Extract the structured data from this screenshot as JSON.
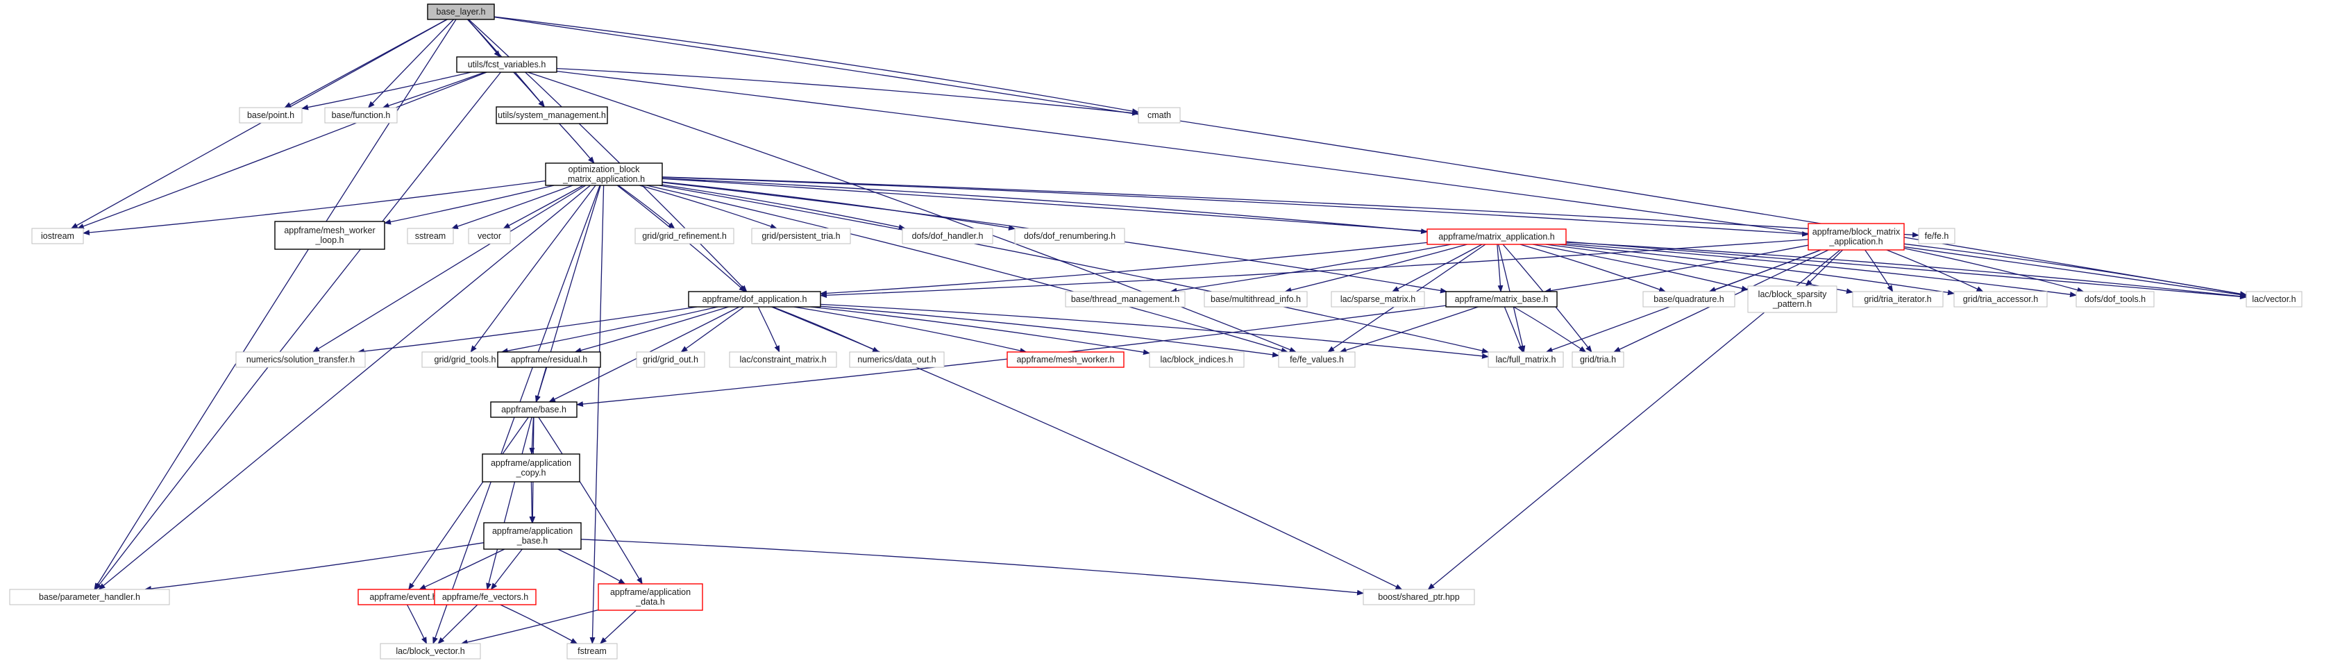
{
  "graph": {
    "title": "",
    "colors": {
      "edge": "#191970",
      "box_gray": "#bfbfbf",
      "box_black": "#000000",
      "box_red": "#ff0000",
      "root_fill": "#bfbfbf",
      "node_fill": "#ffffff"
    },
    "nodes": [
      {
        "id": "base_layer",
        "lines": [
          "base_layer.h"
        ],
        "style": "root"
      },
      {
        "id": "fcst_variables",
        "lines": [
          "utils/fcst_variables.h"
        ],
        "style": "black"
      },
      {
        "id": "system_management",
        "lines": [
          "utils/system_management.h"
        ],
        "style": "black"
      },
      {
        "id": "optimization_block",
        "lines": [
          "optimization_block",
          "_matrix_application.h"
        ],
        "style": "black"
      },
      {
        "id": "cmath",
        "lines": [
          "cmath"
        ],
        "style": "gray"
      },
      {
        "id": "point",
        "lines": [
          "base/point.h"
        ],
        "style": "gray"
      },
      {
        "id": "function",
        "lines": [
          "base/function.h"
        ],
        "style": "gray"
      },
      {
        "id": "iostream",
        "lines": [
          "iostream"
        ],
        "style": "gray"
      },
      {
        "id": "mesh_worker_loop",
        "lines": [
          "appframe/mesh_worker",
          "_loop.h"
        ],
        "style": "black"
      },
      {
        "id": "sstream",
        "lines": [
          "sstream"
        ],
        "style": "gray"
      },
      {
        "id": "vector",
        "lines": [
          "vector"
        ],
        "style": "gray"
      },
      {
        "id": "grid_refinement",
        "lines": [
          "grid/grid_refinement.h"
        ],
        "style": "gray"
      },
      {
        "id": "persistent_tria",
        "lines": [
          "grid/persistent_tria.h"
        ],
        "style": "gray"
      },
      {
        "id": "dof_handler",
        "lines": [
          "dofs/dof_handler.h"
        ],
        "style": "gray"
      },
      {
        "id": "dof_renumbering",
        "lines": [
          "dofs/dof_renumbering.h"
        ],
        "style": "gray"
      },
      {
        "id": "matrix_application",
        "lines": [
          "appframe/matrix_application.h"
        ],
        "style": "red"
      },
      {
        "id": "block_matrix_application",
        "lines": [
          "appframe/block_matrix",
          "_application.h"
        ],
        "style": "red"
      },
      {
        "id": "fe_h",
        "lines": [
          "fe/fe.h"
        ],
        "style": "gray"
      },
      {
        "id": "lac_vector",
        "lines": [
          "lac/vector.h"
        ],
        "style": "gray"
      },
      {
        "id": "dof_application",
        "lines": [
          "appframe/dof_application.h"
        ],
        "style": "black"
      },
      {
        "id": "thread_management",
        "lines": [
          "base/thread_management.h"
        ],
        "style": "gray"
      },
      {
        "id": "multithread_info",
        "lines": [
          "base/multithread_info.h"
        ],
        "style": "gray"
      },
      {
        "id": "sparse_matrix",
        "lines": [
          "lac/sparse_matrix.h"
        ],
        "style": "gray"
      },
      {
        "id": "matrix_base",
        "lines": [
          "appframe/matrix_base.h"
        ],
        "style": "black"
      },
      {
        "id": "quadrature",
        "lines": [
          "base/quadrature.h"
        ],
        "style": "gray"
      },
      {
        "id": "block_sparsity_pattern",
        "lines": [
          "lac/block_sparsity",
          "_pattern.h"
        ],
        "style": "gray"
      },
      {
        "id": "tria_iterator",
        "lines": [
          "grid/tria_iterator.h"
        ],
        "style": "gray"
      },
      {
        "id": "tria_accessor",
        "lines": [
          "grid/tria_accessor.h"
        ],
        "style": "gray"
      },
      {
        "id": "dof_tools",
        "lines": [
          "dofs/dof_tools.h"
        ],
        "style": "gray"
      },
      {
        "id": "solution_transfer",
        "lines": [
          "numerics/solution_transfer.h"
        ],
        "style": "gray"
      },
      {
        "id": "grid_tools",
        "lines": [
          "grid/grid_tools.h"
        ],
        "style": "gray"
      },
      {
        "id": "residual",
        "lines": [
          "appframe/residual.h"
        ],
        "style": "black"
      },
      {
        "id": "grid_out",
        "lines": [
          "grid/grid_out.h"
        ],
        "style": "gray"
      },
      {
        "id": "constraint_matrix",
        "lines": [
          "lac/constraint_matrix.h"
        ],
        "style": "gray"
      },
      {
        "id": "data_out",
        "lines": [
          "numerics/data_out.h"
        ],
        "style": "gray"
      },
      {
        "id": "mesh_worker",
        "lines": [
          "appframe/mesh_worker.h"
        ],
        "style": "red"
      },
      {
        "id": "block_indices",
        "lines": [
          "lac/block_indices.h"
        ],
        "style": "gray"
      },
      {
        "id": "fe_values",
        "lines": [
          "fe/fe_values.h"
        ],
        "style": "gray"
      },
      {
        "id": "full_matrix",
        "lines": [
          "lac/full_matrix.h"
        ],
        "style": "gray"
      },
      {
        "id": "grid_tria",
        "lines": [
          "grid/tria.h"
        ],
        "style": "gray"
      },
      {
        "id": "appframe_base",
        "lines": [
          "appframe/base.h"
        ],
        "style": "black"
      },
      {
        "id": "application_copy",
        "lines": [
          "appframe/application",
          "_copy.h"
        ],
        "style": "black"
      },
      {
        "id": "application_base",
        "lines": [
          "appframe/application",
          "_base.h"
        ],
        "style": "black"
      },
      {
        "id": "parameter_handler",
        "lines": [
          "base/parameter_handler.h"
        ],
        "style": "gray"
      },
      {
        "id": "event",
        "lines": [
          "appframe/event.h"
        ],
        "style": "red"
      },
      {
        "id": "fe_vectors",
        "lines": [
          "appframe/fe_vectors.h"
        ],
        "style": "red"
      },
      {
        "id": "application_data",
        "lines": [
          "appframe/application",
          "_data.h"
        ],
        "style": "red"
      },
      {
        "id": "shared_ptr",
        "lines": [
          "boost/shared_ptr.hpp"
        ],
        "style": "gray"
      },
      {
        "id": "block_vector",
        "lines": [
          "lac/block_vector.h"
        ],
        "style": "gray"
      },
      {
        "id": "fstream",
        "lines": [
          "fstream"
        ],
        "style": "gray"
      }
    ],
    "edges": [
      [
        "base_layer",
        "fcst_variables"
      ],
      [
        "base_layer",
        "system_management"
      ],
      [
        "base_layer",
        "cmath"
      ],
      [
        "base_layer",
        "point"
      ],
      [
        "base_layer",
        "function"
      ],
      [
        "base_layer",
        "iostream"
      ],
      [
        "base_layer",
        "parameter_handler"
      ],
      [
        "base_layer",
        "lac_vector"
      ],
      [
        "base_layer",
        "dof_application"
      ],
      [
        "fcst_variables",
        "point"
      ],
      [
        "fcst_variables",
        "function"
      ],
      [
        "fcst_variables",
        "cmath"
      ],
      [
        "fcst_variables",
        "system_management"
      ],
      [
        "fcst_variables",
        "iostream"
      ],
      [
        "fcst_variables",
        "parameter_handler"
      ],
      [
        "fcst_variables",
        "lac_vector"
      ],
      [
        "fcst_variables",
        "fe_values"
      ],
      [
        "system_management",
        "optimization_block"
      ],
      [
        "optimization_block",
        "iostream"
      ],
      [
        "optimization_block",
        "mesh_worker_loop"
      ],
      [
        "optimization_block",
        "sstream"
      ],
      [
        "optimization_block",
        "vector"
      ],
      [
        "optimization_block",
        "grid_refinement"
      ],
      [
        "optimization_block",
        "persistent_tria"
      ],
      [
        "optimization_block",
        "dof_handler"
      ],
      [
        "optimization_block",
        "dof_renumbering"
      ],
      [
        "optimization_block",
        "matrix_application"
      ],
      [
        "optimization_block",
        "block_matrix_application"
      ],
      [
        "optimization_block",
        "fe_h"
      ],
      [
        "optimization_block",
        "lac_vector"
      ],
      [
        "optimization_block",
        "dof_application"
      ],
      [
        "optimization_block",
        "solution_transfer"
      ],
      [
        "optimization_block",
        "grid_tools"
      ],
      [
        "optimization_block",
        "appframe_base"
      ],
      [
        "optimization_block",
        "parameter_handler"
      ],
      [
        "optimization_block",
        "block_vector"
      ],
      [
        "optimization_block",
        "fe_values"
      ],
      [
        "optimization_block",
        "matrix_base"
      ],
      [
        "optimization_block",
        "full_matrix"
      ],
      [
        "optimization_block",
        "fstream"
      ],
      [
        "matrix_application",
        "dof_application"
      ],
      [
        "matrix_application",
        "thread_management"
      ],
      [
        "matrix_application",
        "multithread_info"
      ],
      [
        "matrix_application",
        "sparse_matrix"
      ],
      [
        "matrix_application",
        "matrix_base"
      ],
      [
        "matrix_application",
        "quadrature"
      ],
      [
        "matrix_application",
        "block_sparsity_pattern"
      ],
      [
        "matrix_application",
        "tria_iterator"
      ],
      [
        "matrix_application",
        "tria_accessor"
      ],
      [
        "matrix_application",
        "dof_tools"
      ],
      [
        "matrix_application",
        "full_matrix"
      ],
      [
        "matrix_application",
        "grid_tria"
      ],
      [
        "matrix_application",
        "lac_vector"
      ],
      [
        "matrix_application",
        "fe_values"
      ],
      [
        "block_matrix_application",
        "dof_application"
      ],
      [
        "block_matrix_application",
        "matrix_base"
      ],
      [
        "block_matrix_application",
        "quadrature"
      ],
      [
        "block_matrix_application",
        "block_sparsity_pattern"
      ],
      [
        "block_matrix_application",
        "tria_iterator"
      ],
      [
        "block_matrix_application",
        "tria_accessor"
      ],
      [
        "block_matrix_application",
        "dof_tools"
      ],
      [
        "block_matrix_application",
        "full_matrix"
      ],
      [
        "block_matrix_application",
        "grid_tria"
      ],
      [
        "block_matrix_application",
        "shared_ptr"
      ],
      [
        "block_matrix_application",
        "lac_vector"
      ],
      [
        "dof_application",
        "solution_transfer"
      ],
      [
        "dof_application",
        "grid_tools"
      ],
      [
        "dof_application",
        "residual"
      ],
      [
        "dof_application",
        "grid_out"
      ],
      [
        "dof_application",
        "constraint_matrix"
      ],
      [
        "dof_application",
        "data_out"
      ],
      [
        "dof_application",
        "mesh_worker"
      ],
      [
        "dof_application",
        "block_indices"
      ],
      [
        "dof_application",
        "fe_values"
      ],
      [
        "dof_application",
        "appframe_base"
      ],
      [
        "dof_application",
        "shared_ptr"
      ],
      [
        "dof_application",
        "full_matrix"
      ],
      [
        "matrix_base",
        "fe_values"
      ],
      [
        "matrix_base",
        "appframe_base"
      ],
      [
        "matrix_base",
        "full_matrix"
      ],
      [
        "matrix_base",
        "grid_tria"
      ],
      [
        "residual",
        "appframe_base"
      ],
      [
        "appframe_base",
        "application_copy"
      ],
      [
        "appframe_base",
        "application_base"
      ],
      [
        "appframe_base",
        "event"
      ],
      [
        "appframe_base",
        "fe_vectors"
      ],
      [
        "appframe_base",
        "application_data"
      ],
      [
        "application_copy",
        "application_base"
      ],
      [
        "application_base",
        "parameter_handler"
      ],
      [
        "application_base",
        "event"
      ],
      [
        "application_base",
        "fe_vectors"
      ],
      [
        "application_base",
        "application_data"
      ],
      [
        "application_base",
        "shared_ptr"
      ],
      [
        "event",
        "block_vector"
      ],
      [
        "fe_vectors",
        "block_vector"
      ],
      [
        "fe_vectors",
        "fstream"
      ],
      [
        "application_data",
        "block_vector"
      ],
      [
        "application_data",
        "fstream"
      ]
    ]
  }
}
